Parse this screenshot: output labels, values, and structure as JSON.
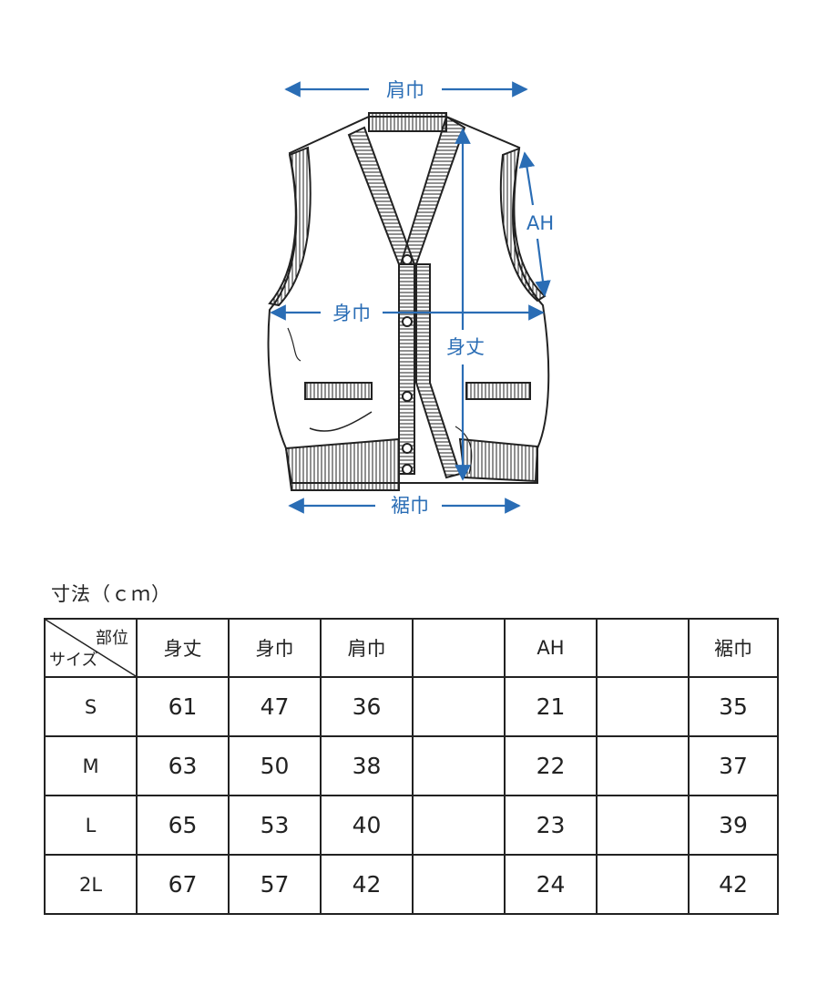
{
  "diagram": {
    "labels": {
      "shoulder": "肩巾",
      "armhole": "AH",
      "chest": "身巾",
      "length": "身丈",
      "hem": "裾巾"
    },
    "accent_color": "#2a6db5"
  },
  "table": {
    "title": "寸法（ｃｍ）",
    "corner_top": "部位",
    "corner_bottom": "サイズ",
    "headers": [
      "身丈",
      "身巾",
      "肩巾",
      "",
      "AH",
      "",
      "裾巾"
    ],
    "rows": [
      {
        "size": "S",
        "values": [
          "61",
          "47",
          "36",
          "",
          "21",
          "",
          "35"
        ]
      },
      {
        "size": "M",
        "values": [
          "63",
          "50",
          "38",
          "",
          "22",
          "",
          "37"
        ]
      },
      {
        "size": "L",
        "values": [
          "65",
          "53",
          "40",
          "",
          "23",
          "",
          "39"
        ]
      },
      {
        "size": "2L",
        "values": [
          "67",
          "57",
          "42",
          "",
          "24",
          "",
          "42"
        ]
      }
    ]
  }
}
